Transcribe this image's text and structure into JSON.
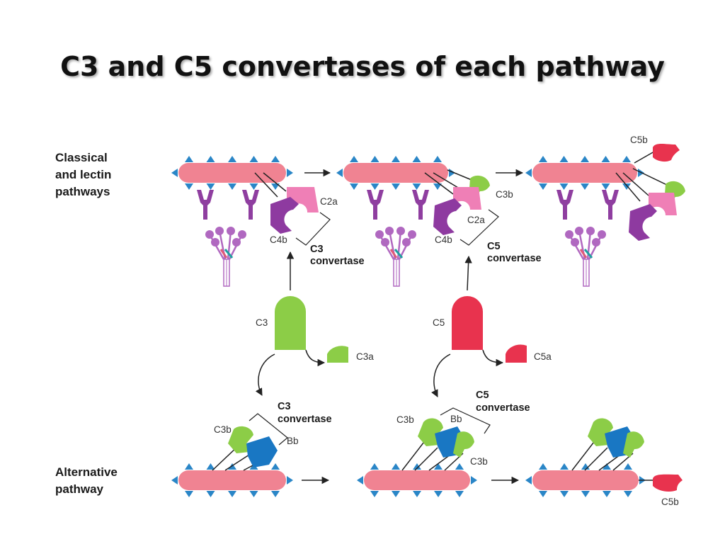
{
  "title": "C3 and C5 convertases of each pathway",
  "pathways": {
    "classical": [
      "Classical",
      "and lectin",
      "pathways"
    ],
    "alternative": [
      "Alternative",
      "pathway"
    ]
  },
  "labels": {
    "c2a_1": "C2a",
    "c4b_1": "C4b",
    "c3_convertase_1": [
      "C3",
      "convertase"
    ],
    "c3b_2": "C3b",
    "c2a_2": "C2a",
    "c4b_2": "C4b",
    "c5_convertase_1": [
      "C5",
      "convertase"
    ],
    "c5b_top": "C5b",
    "c3": "C3",
    "c3a": "C3a",
    "c5": "C5",
    "c5a": "C5a",
    "c3_convertase_2": [
      "C3",
      "convertase"
    ],
    "c3b_alt1": "C3b",
    "bb_alt1": "Bb",
    "c5_convertase_2": [
      "C5",
      "convertase"
    ],
    "c3b_alt2a": "C3b",
    "bb_alt2": "Bb",
    "c3b_alt2b": "C3b",
    "c5b_bottom": "C5b"
  },
  "colors": {
    "membrane": "#f08392",
    "spike": "#2a86c7",
    "antibody": "#8f3ea0",
    "c1q": "#b068c0",
    "c4b": "#8e3aa0",
    "c2a": "#ef7fb6",
    "c3": "#8ccd47",
    "c5": "#e8334e",
    "bb": "#1977c3"
  }
}
